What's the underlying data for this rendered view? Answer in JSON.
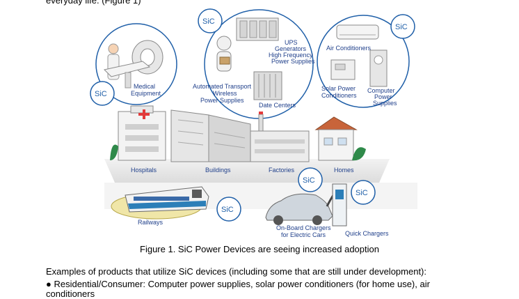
{
  "top_line": "everyday life. (Figure 1)",
  "sic": "SiC",
  "labels": {
    "medical_1": "Medical",
    "medical_2": "Equipment",
    "auto_1": "Automated Transport",
    "auto_2": "Wireless",
    "auto_3": "Power Supplies",
    "ups_1": "UPS",
    "ups_2": "Generators",
    "ups_3": "High Frequency",
    "ups_4": "Power Supplies",
    "datacenters": "Date Centers",
    "aircon": "Air Conditioners",
    "solar_1": "Solar Power",
    "solar_2": "Conditioners",
    "pc_1": "Computer",
    "pc_2": "Power",
    "pc_3": "Supplies",
    "hospitals": "Hospitals",
    "buildings": "Buildings",
    "factories": "Factories",
    "homes": "Homes",
    "railways": "Railways",
    "onboard_1": "On-Board Chargers",
    "onboard_2": "for Electric Cars",
    "quick": "Quick Chargers"
  },
  "caption": "Figure 1. SiC Power Devices are seeing increased adoption",
  "para1": "Examples of products that utilize SiC devices (including some that are still under development):",
  "para2": "●  Residential/Consumer: Computer power supplies, solar power conditioners (for home use), air",
  "para3": "conditioners"
}
